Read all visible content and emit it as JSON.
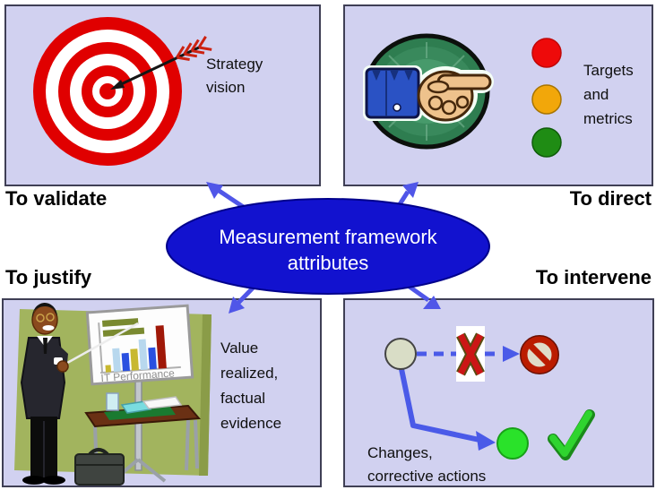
{
  "diagram_title": "Measurement framework attributes",
  "center": {
    "lines": [
      "Measurement framework",
      "attributes"
    ]
  },
  "quadrants": {
    "top_left": {
      "heading": "To validate",
      "caption_lines": [
        "Strategy",
        "vision"
      ],
      "icon": "bullseye-target-with-arrow"
    },
    "top_right": {
      "heading": "To direct",
      "caption_lines": [
        "Targets",
        "and",
        "metrics"
      ],
      "icon": "pointing-hand-badge",
      "traffic_lights": [
        "red",
        "amber",
        "green"
      ]
    },
    "bottom_left": {
      "heading": "To justify",
      "caption_lines": [
        "Value",
        "realized,",
        "factual",
        "evidence"
      ],
      "icon": "presenter-at-whiteboard",
      "board_title": "IT Performance"
    },
    "bottom_right": {
      "heading": "To intervene",
      "caption_lines": [
        "Changes,",
        "corrective actions"
      ],
      "icon": "decision-path-blocked-then-corrected"
    }
  },
  "colors": {
    "box_fill": "#d1d1f0",
    "box_border": "#3f3f55",
    "ellipse_fill": "#1212cf",
    "arrow_blue": "#5056e8",
    "target_red": "#e00000",
    "light_red": "#ee0a0a",
    "light_amber": "#f2a70a",
    "light_green": "#1f8c14",
    "badge_green": "#2e7d50",
    "stop_sign_red": "#bb1c00",
    "go_circle_green": "#2ae22a",
    "check_green": "#2fd42f"
  }
}
